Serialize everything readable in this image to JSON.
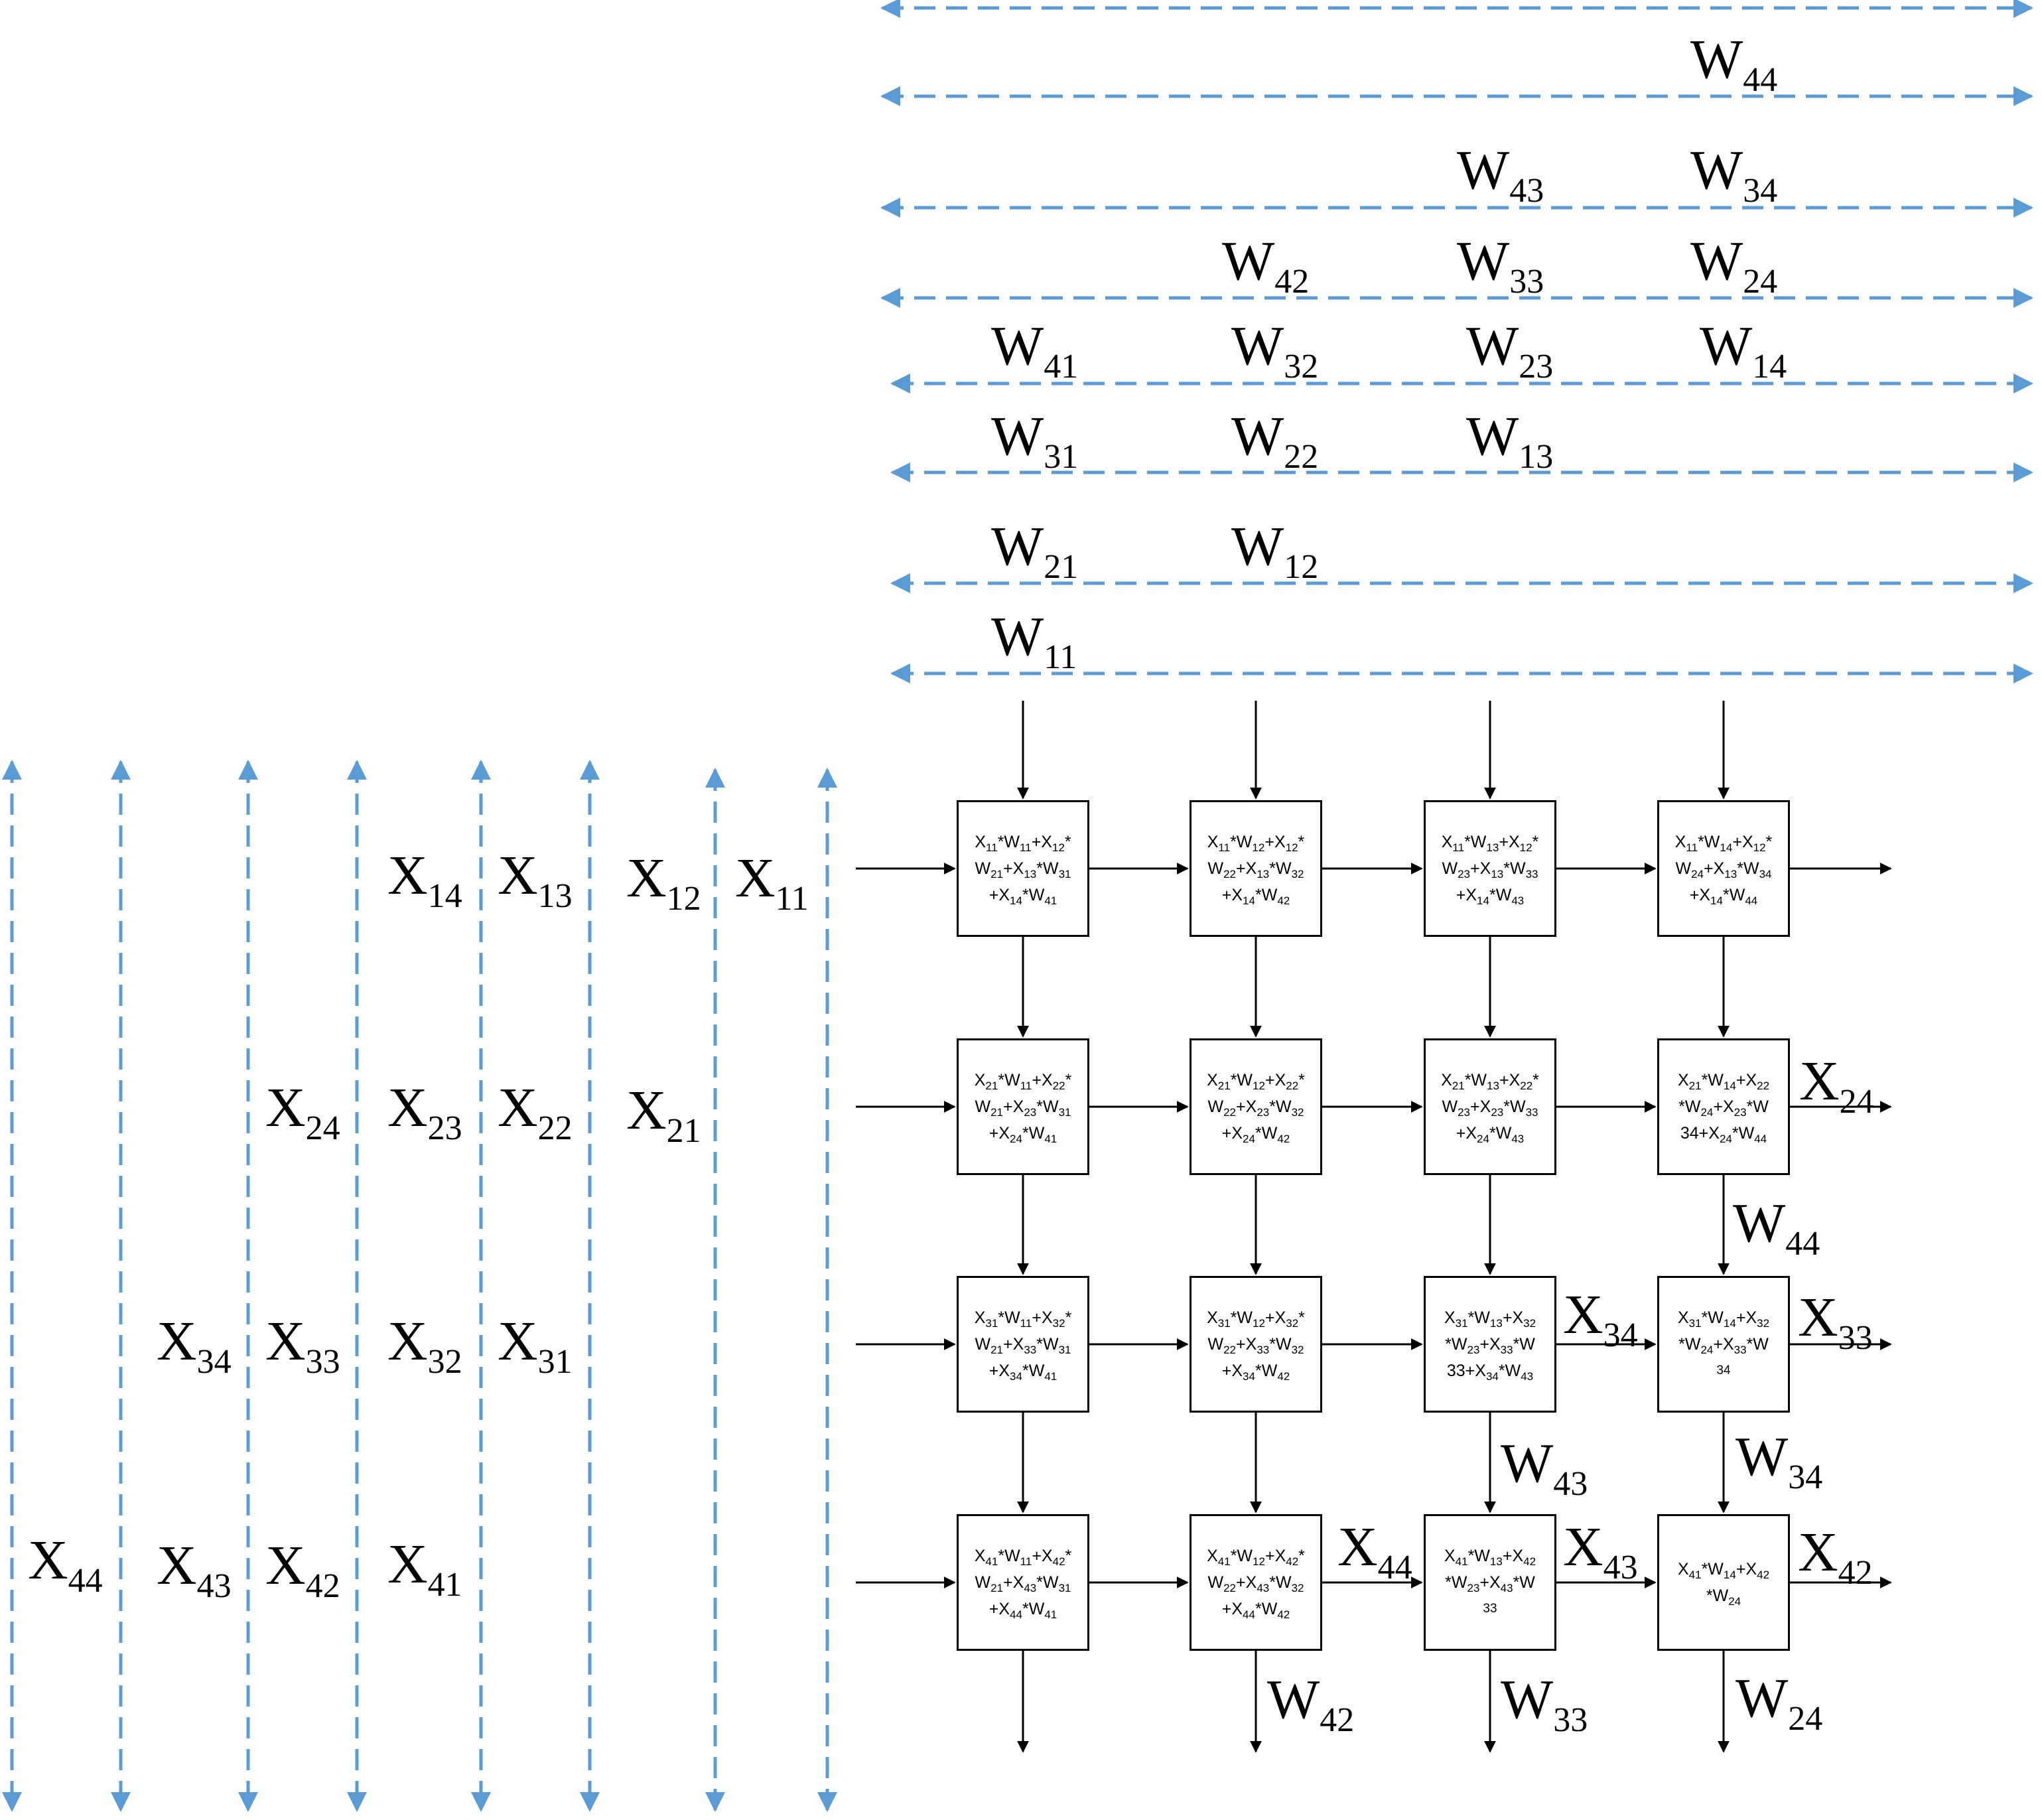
{
  "colors": {
    "dashed_arrow": "#5B9BD5",
    "solid_arrow": "#000000",
    "cell_border": "#000000"
  },
  "w_labels": [
    {
      "base": "W",
      "sub": "44"
    },
    {
      "base": "W",
      "sub": "43"
    },
    {
      "base": "W",
      "sub": "34"
    },
    {
      "base": "W",
      "sub": "42"
    },
    {
      "base": "W",
      "sub": "33"
    },
    {
      "base": "W",
      "sub": "24"
    },
    {
      "base": "W",
      "sub": "41"
    },
    {
      "base": "W",
      "sub": "32"
    },
    {
      "base": "W",
      "sub": "23"
    },
    {
      "base": "W",
      "sub": "14"
    },
    {
      "base": "W",
      "sub": "31"
    },
    {
      "base": "W",
      "sub": "22"
    },
    {
      "base": "W",
      "sub": "13"
    },
    {
      "base": "W",
      "sub": "21"
    },
    {
      "base": "W",
      "sub": "12"
    },
    {
      "base": "W",
      "sub": "11"
    }
  ],
  "x_labels": [
    {
      "base": "X",
      "sub": "14"
    },
    {
      "base": "X",
      "sub": "13"
    },
    {
      "base": "X",
      "sub": "12"
    },
    {
      "base": "X",
      "sub": "11"
    },
    {
      "base": "X",
      "sub": "24"
    },
    {
      "base": "X",
      "sub": "23"
    },
    {
      "base": "X",
      "sub": "22"
    },
    {
      "base": "X",
      "sub": "21"
    },
    {
      "base": "X",
      "sub": "34"
    },
    {
      "base": "X",
      "sub": "33"
    },
    {
      "base": "X",
      "sub": "32"
    },
    {
      "base": "X",
      "sub": "31"
    },
    {
      "base": "X",
      "sub": "44"
    },
    {
      "base": "X",
      "sub": "43"
    },
    {
      "base": "X",
      "sub": "42"
    },
    {
      "base": "X",
      "sub": "41"
    }
  ],
  "grid_labels": [
    {
      "base": "X",
      "sub": "24"
    },
    {
      "base": "W",
      "sub": "44"
    },
    {
      "base": "X",
      "sub": "34"
    },
    {
      "base": "X",
      "sub": "33"
    },
    {
      "base": "W",
      "sub": "43"
    },
    {
      "base": "W",
      "sub": "34"
    },
    {
      "base": "X",
      "sub": "44"
    },
    {
      "base": "X",
      "sub": "43"
    },
    {
      "base": "X",
      "sub": "42"
    },
    {
      "base": "W",
      "sub": "42"
    },
    {
      "base": "W",
      "sub": "33"
    },
    {
      "base": "W",
      "sub": "24"
    }
  ],
  "cells": [
    [
      [
        "X11*W11+X12*",
        "W21+X13*W31",
        "+X14*W41"
      ],
      [
        "X11*W12+X12*",
        "W22+X13*W32",
        "+X14*W42"
      ],
      [
        "X11*W13+X12*",
        "W23+X13*W33",
        "+X14*W43"
      ],
      [
        "X11*W14+X12*",
        "W24+X13*W34",
        "+X14*W44"
      ]
    ],
    [
      [
        "X21*W11+X22*",
        "W21+X23*W31",
        "+X24*W41"
      ],
      [
        "X21*W12+X22*",
        "W22+X23*W32",
        "+X24*W42"
      ],
      [
        "X21*W13+X22*",
        "W23+X23*W33",
        "+X24*W43"
      ],
      [
        "X21*W14+X22",
        "*W24+X23*W",
        "34+X24*W44"
      ]
    ],
    [
      [
        "X31*W11+X32*",
        "W21+X33*W31",
        "+X34*W41"
      ],
      [
        "X31*W12+X32*",
        "W22+X33*W32",
        "+X34*W42"
      ],
      [
        "X31*W13+X32",
        "*W23+X33*W",
        "33+X34*W43"
      ],
      [
        "X31*W14+X32",
        "*W24+X33*W",
        "34"
      ]
    ],
    [
      [
        "X41*W11+X42*",
        "W21+X43*W31",
        "+X44*W41"
      ],
      [
        "X41*W12+X42*",
        "W22+X43*W32",
        "+X44*W42"
      ],
      [
        "X41*W13+X42",
        "*W23+X43*W",
        "33"
      ],
      [
        "X41*W14+X42",
        "*W24"
      ]
    ]
  ]
}
